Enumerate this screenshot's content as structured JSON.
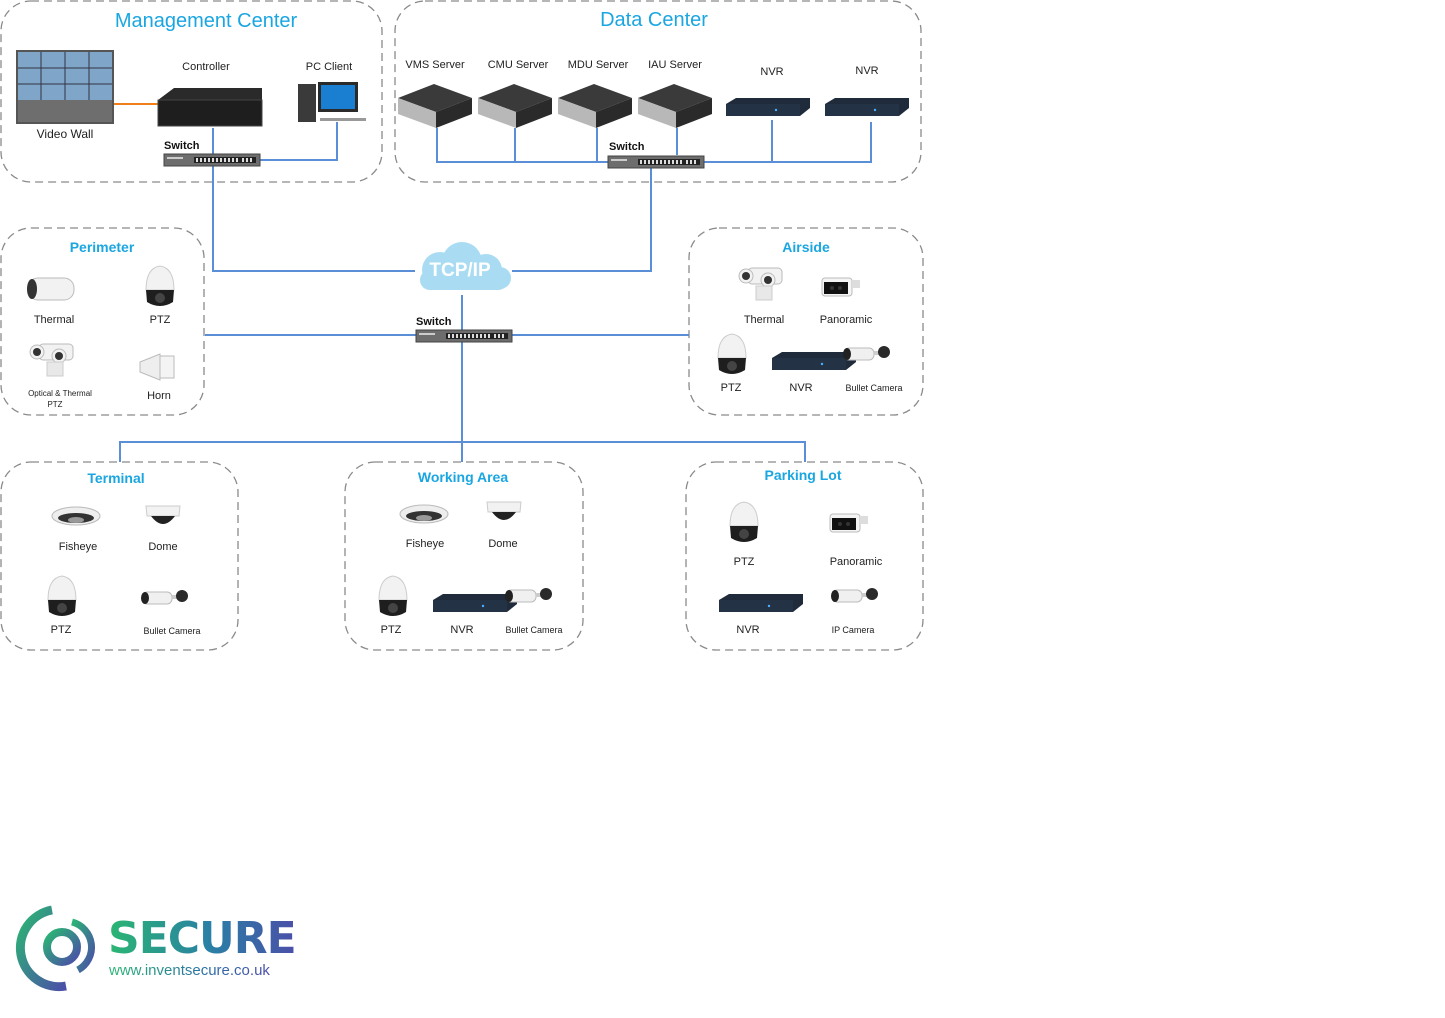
{
  "colors": {
    "accent": "#1aa6e0",
    "link": "#5a8fd8",
    "zone_border": "#8a8a8a",
    "orange_link": "#f07f1b"
  },
  "zones": {
    "management": {
      "title": "Management Center",
      "devices": {
        "video_wall": "Video Wall",
        "controller": "Controller",
        "pc_client": "PC Client",
        "switch": "Switch"
      }
    },
    "data_center": {
      "title": "Data Center",
      "devices": {
        "vms": "VMS Server",
        "cmu": "CMU Server",
        "mdu": "MDU Server",
        "iau": "IAU Server",
        "nvr1": "NVR",
        "nvr2": "NVR",
        "switch": "Switch"
      }
    },
    "perimeter": {
      "title": "Perimeter",
      "devices": {
        "thermal": "Thermal",
        "ptz": "PTZ",
        "optical_thermal_1": "Optical & Thermal",
        "optical_thermal_2": "PTZ",
        "horn": "Horn"
      }
    },
    "airside": {
      "title": "Airside",
      "devices": {
        "thermal": "Thermal",
        "panoramic": "Panoramic",
        "ptz": "PTZ",
        "nvr": "NVR",
        "bullet": "Bullet Camera"
      }
    },
    "terminal": {
      "title": "Terminal",
      "devices": {
        "fisheye": "Fisheye",
        "dome": "Dome",
        "ptz": "PTZ",
        "bullet": "Bullet Camera"
      }
    },
    "working_area": {
      "title": "Working Area",
      "devices": {
        "fisheye": "Fisheye",
        "dome": "Dome",
        "ptz": "PTZ",
        "nvr": "NVR",
        "bullet": "Bullet Camera"
      }
    },
    "parking_lot": {
      "title": "Parking Lot",
      "devices": {
        "ptz": "PTZ",
        "panoramic": "Panoramic",
        "nvr": "NVR",
        "ip_camera": "IP Camera"
      }
    }
  },
  "core": {
    "cloud": "TCP/IP",
    "switch": "Switch"
  },
  "logo": {
    "word": "SECURE",
    "url": "www.inventsecure.co.uk"
  }
}
